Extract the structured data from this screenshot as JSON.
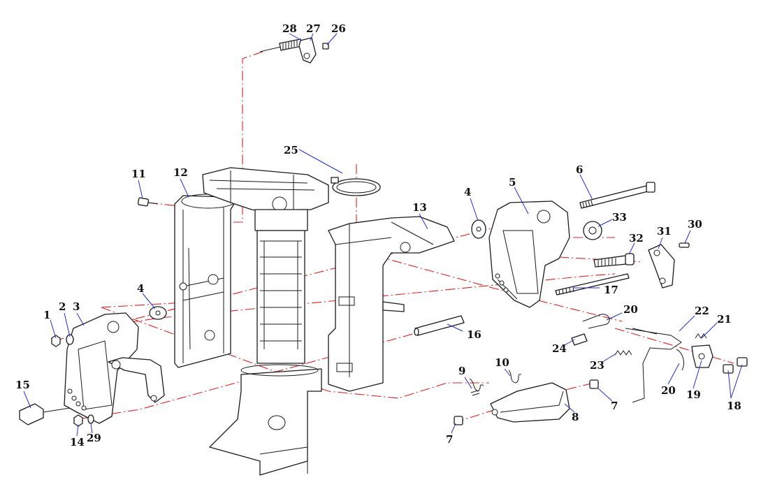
{
  "colors": {
    "background": "#ffffff",
    "part_outline": "#1a1a1a",
    "assembly_line": "#e02020",
    "leader_line": "#1f2fd6",
    "label_text": "#111111"
  },
  "callouts": [
    {
      "id": "c1",
      "text": "1"
    },
    {
      "id": "c2",
      "text": "2"
    },
    {
      "id": "c3",
      "text": "3"
    },
    {
      "id": "c4a",
      "text": "4"
    },
    {
      "id": "c4b",
      "text": "4"
    },
    {
      "id": "c5",
      "text": "5"
    },
    {
      "id": "c6",
      "text": "6"
    },
    {
      "id": "c7a",
      "text": "7"
    },
    {
      "id": "c7b",
      "text": "7"
    },
    {
      "id": "c8",
      "text": "8"
    },
    {
      "id": "c9",
      "text": "9"
    },
    {
      "id": "c10",
      "text": "10"
    },
    {
      "id": "c11",
      "text": "11"
    },
    {
      "id": "c12",
      "text": "12"
    },
    {
      "id": "c13",
      "text": "13"
    },
    {
      "id": "c14",
      "text": "14"
    },
    {
      "id": "c15",
      "text": "15"
    },
    {
      "id": "c16",
      "text": "16"
    },
    {
      "id": "c17",
      "text": "17"
    },
    {
      "id": "c18",
      "text": "18"
    },
    {
      "id": "c19",
      "text": "19"
    },
    {
      "id": "c20a",
      "text": "20"
    },
    {
      "id": "c20b",
      "text": "20"
    },
    {
      "id": "c21",
      "text": "21"
    },
    {
      "id": "c22",
      "text": "22"
    },
    {
      "id": "c23",
      "text": "23"
    },
    {
      "id": "c24",
      "text": "24"
    },
    {
      "id": "c25",
      "text": "25"
    },
    {
      "id": "c26",
      "text": "26"
    },
    {
      "id": "c27",
      "text": "27"
    },
    {
      "id": "c28",
      "text": "28"
    },
    {
      "id": "c29",
      "text": "29"
    },
    {
      "id": "c30",
      "text": "30"
    },
    {
      "id": "c31",
      "text": "31"
    },
    {
      "id": "c32",
      "text": "32"
    },
    {
      "id": "c33",
      "text": "33"
    }
  ]
}
